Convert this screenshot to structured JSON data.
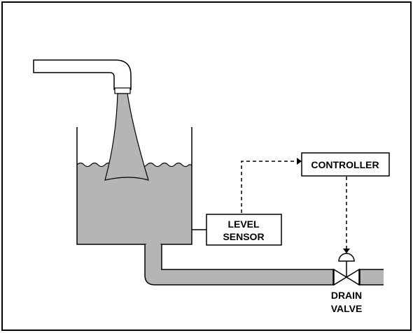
{
  "labels": {
    "controller": "CONTROLLER",
    "level_sensor_line1": "LEVEL",
    "level_sensor_line2": "SENSOR",
    "drain_valve_line1": "DRAIN",
    "drain_valve_line2": "VALVE"
  },
  "colors": {
    "liquid": "#b5b5b5",
    "outline": "#000000",
    "background": "#ffffff"
  }
}
